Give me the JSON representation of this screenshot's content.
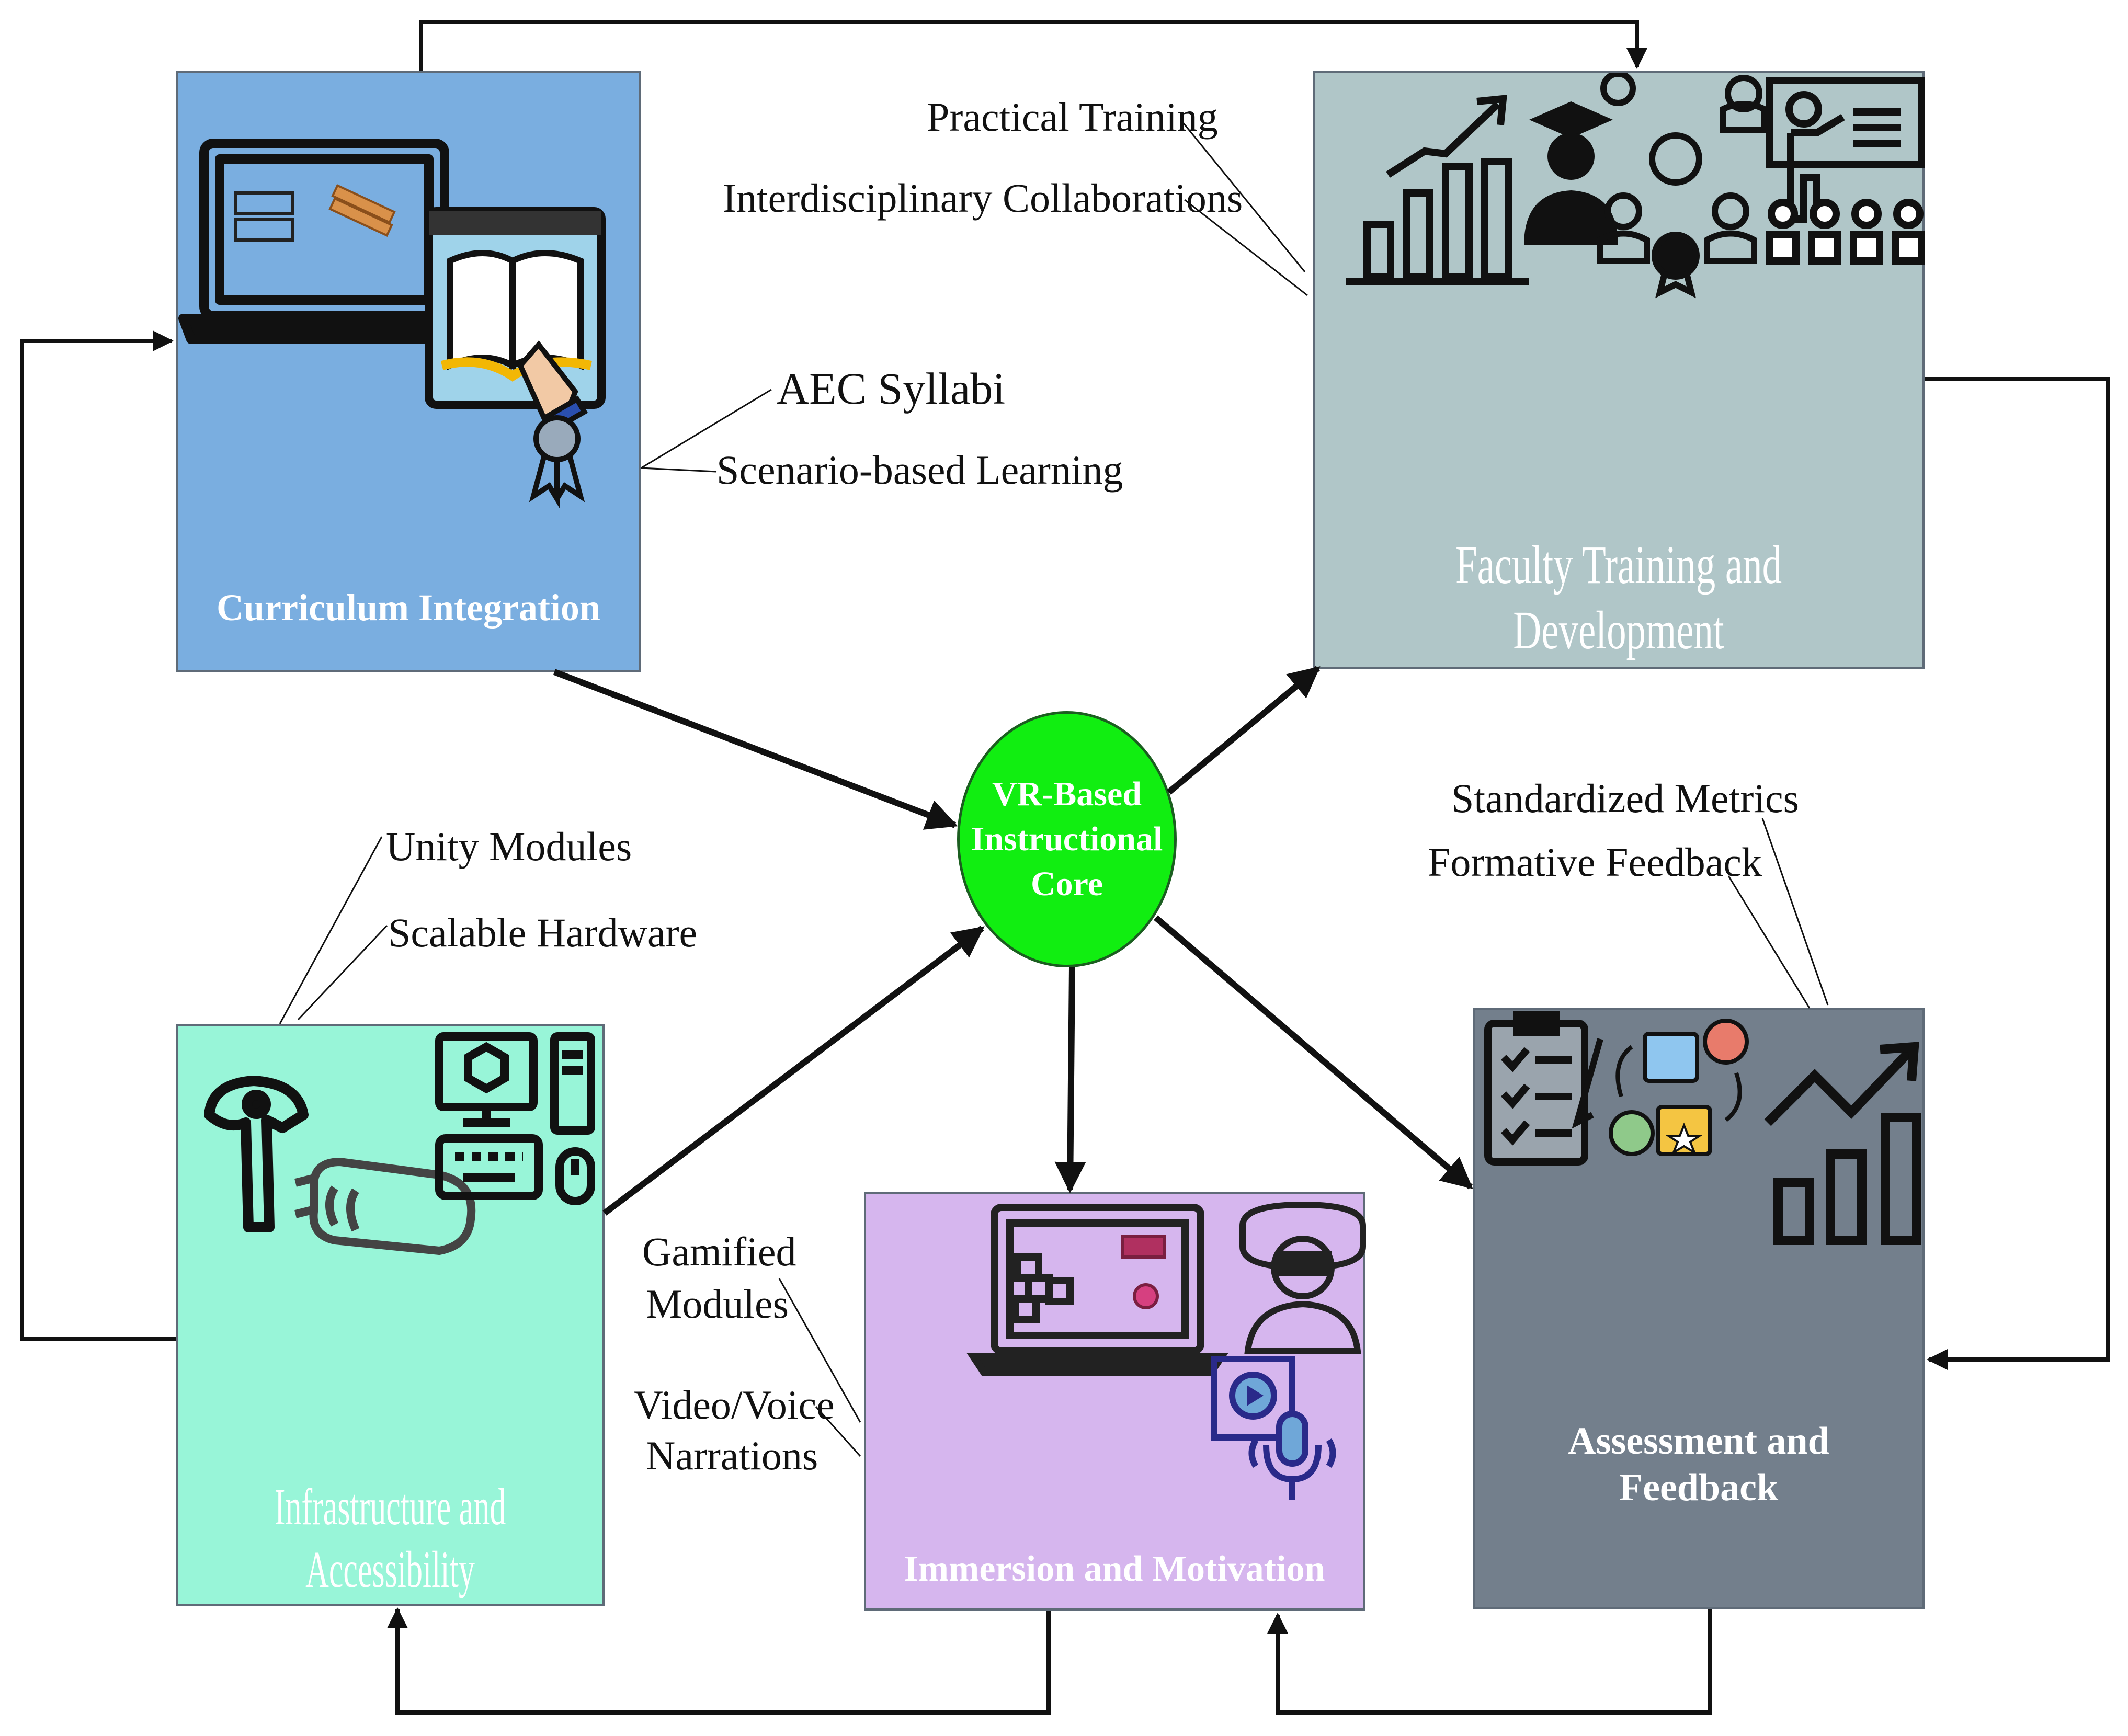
{
  "core": {
    "lines": [
      "VR-Based",
      "Instructional",
      "Core"
    ],
    "color": "#11ee11"
  },
  "boxes": {
    "curriculum": {
      "title": "Curriculum Integration",
      "color": "#7aaee0"
    },
    "faculty": {
      "title": "Faculty Training and Development",
      "color": "#b0c6c8"
    },
    "infrastructure": {
      "title": "Infrastructure and Accessibility",
      "color": "#98f5d8"
    },
    "immersion": {
      "title": "Immersion and Motivation",
      "color": "#d6b6ee"
    },
    "assessment": {
      "title_lines": [
        "Assessment and",
        "Feedback"
      ],
      "color": "#737f8c"
    }
  },
  "labels": {
    "practical_training": "Practical Training",
    "interdisciplinary": "Interdisciplinary Collaborations",
    "aec_syllabi": "AEC Syllabi",
    "scenario_learning": "Scenario-based Learning",
    "unity_modules": "Unity Modules",
    "scalable_hardware": "Scalable Hardware",
    "standardized_metrics": "Standardized Metrics",
    "formative_feedback": "Formative Feedback",
    "gamified": [
      "Gamified",
      "Modules"
    ],
    "narrations": [
      "Video/Voice",
      "Narrations"
    ]
  },
  "icons": {
    "curriculum": [
      "laptop-icon",
      "open-book-icon",
      "pointing-hand-icon",
      "award-ribbon-icon",
      "lumber-icon"
    ],
    "faculty": [
      "growth-chart-icon",
      "graduate-icon",
      "team-network-icon",
      "teacher-presentation-icon"
    ],
    "infrastructure": [
      "vr-controller-icon",
      "vr-headset-icon",
      "desktop-computer-icon",
      "keyboard-icon",
      "mouse-icon"
    ],
    "immersion": [
      "laptop-game-icon",
      "vr-user-icon",
      "video-play-icon",
      "microphone-icon"
    ],
    "assessment": [
      "checklist-icon",
      "feedback-cycle-icon",
      "trend-chart-icon"
    ]
  }
}
